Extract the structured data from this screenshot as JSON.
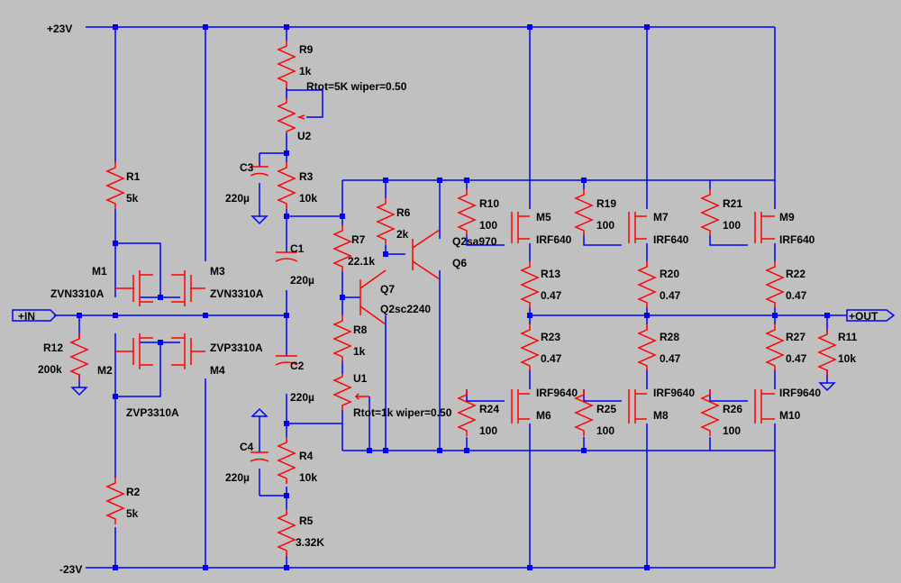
{
  "rails": {
    "pos": "+23V",
    "neg": "-23V"
  },
  "ports": {
    "in": "+IN",
    "out": "+OUT"
  },
  "components": {
    "R1": {
      "ref": "R1",
      "val": "5k"
    },
    "R2": {
      "ref": "R2",
      "val": "5k"
    },
    "R3": {
      "ref": "R3",
      "val": "10k"
    },
    "R4": {
      "ref": "R4",
      "val": "10k"
    },
    "R5": {
      "ref": "R5",
      "val": "3.32K"
    },
    "R6": {
      "ref": "R6",
      "val": "2k"
    },
    "R7": {
      "ref": "R7",
      "val": "22.1k"
    },
    "R8": {
      "ref": "R8",
      "val": "1k"
    },
    "R9": {
      "ref": "R9",
      "val": "1k"
    },
    "R10": {
      "ref": "R10",
      "val": "100"
    },
    "R11": {
      "ref": "R11",
      "val": "10k"
    },
    "R12": {
      "ref": "R12",
      "val": "200k"
    },
    "R13": {
      "ref": "R13",
      "val": "0.47"
    },
    "R19": {
      "ref": "R19",
      "val": "100"
    },
    "R20": {
      "ref": "R20",
      "val": "0.47"
    },
    "R21": {
      "ref": "R21",
      "val": "100"
    },
    "R22": {
      "ref": "R22",
      "val": "0.47"
    },
    "R23": {
      "ref": "R23",
      "val": "0.47"
    },
    "R24": {
      "ref": "R24",
      "val": "100"
    },
    "R25": {
      "ref": "R25",
      "val": "100"
    },
    "R26": {
      "ref": "R26",
      "val": "100"
    },
    "R27": {
      "ref": "R27",
      "val": "0.47"
    },
    "R28": {
      "ref": "R28",
      "val": "0.47"
    },
    "C1": {
      "ref": "C1",
      "val": "220µ"
    },
    "C2": {
      "ref": "C2",
      "val": "220µ"
    },
    "C3": {
      "ref": "C3",
      "val": "220µ"
    },
    "C4": {
      "ref": "C4",
      "val": "220µ"
    },
    "U1": {
      "ref": "U1",
      "val": "Rtot=1k wiper=0.50"
    },
    "U2": {
      "ref": "U2",
      "val": "Rtot=5K wiper=0.50"
    },
    "M1": {
      "ref": "M1",
      "val": "ZVN3310A"
    },
    "M2": {
      "ref": "M2",
      "val": "ZVP3310A"
    },
    "M3": {
      "ref": "M3",
      "val": "ZVN3310A"
    },
    "M4": {
      "ref": "M4",
      "val": "ZVP3310A"
    },
    "M5": {
      "ref": "M5",
      "val": "IRF640"
    },
    "M6": {
      "ref": "M6",
      "val": "IRF9640"
    },
    "M7": {
      "ref": "M7",
      "val": "IRF640"
    },
    "M8": {
      "ref": "M8",
      "val": "IRF9640"
    },
    "M9": {
      "ref": "M9",
      "val": "IRF640"
    },
    "M10": {
      "ref": "M10",
      "val": "IRF9640"
    },
    "Q6": {
      "ref": "Q6",
      "val": "Q2sa970"
    },
    "Q7": {
      "ref": "Q7",
      "val": "Q2sc2240"
    }
  }
}
